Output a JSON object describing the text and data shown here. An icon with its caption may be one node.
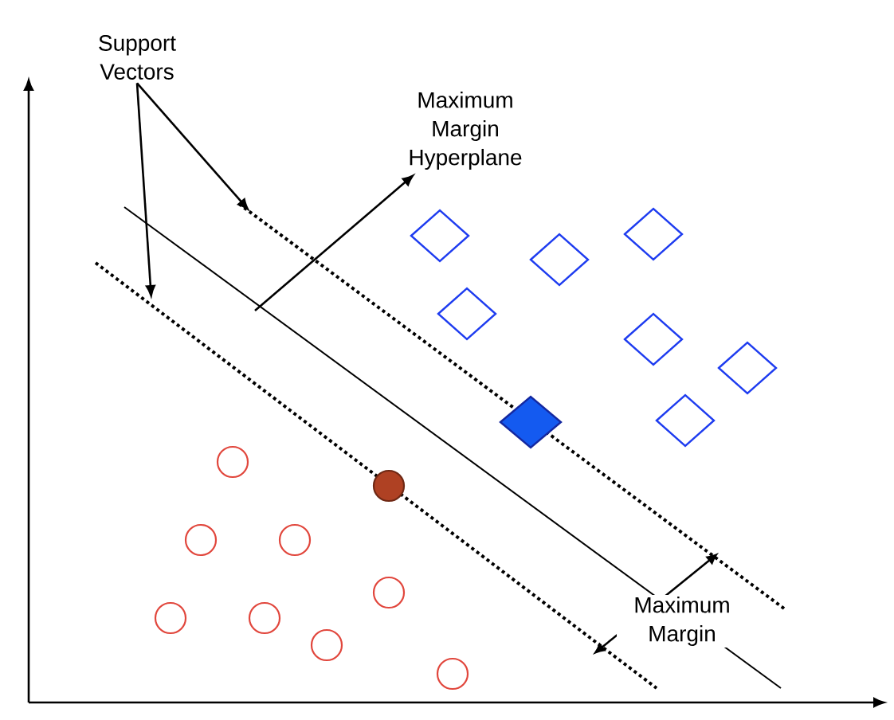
{
  "diagram": {
    "nodes": [
      {
        "text": [
          "Support Vectors"
        ]
      },
      {
        "text": [
          "Maximum Margin Hyperplane"
        ]
      }
    ],
    "edges": [
      {
        "from": 0,
        "to": null,
        "arrow": "to"
      },
      {
        "from": 0,
        "to": null,
        "arrow": "to"
      },
      {
        "from": null,
        "to": 1,
        "arrow": "to"
      }
    ],
    "labels": [
      "Maximum Margin"
    ]
  }
}
